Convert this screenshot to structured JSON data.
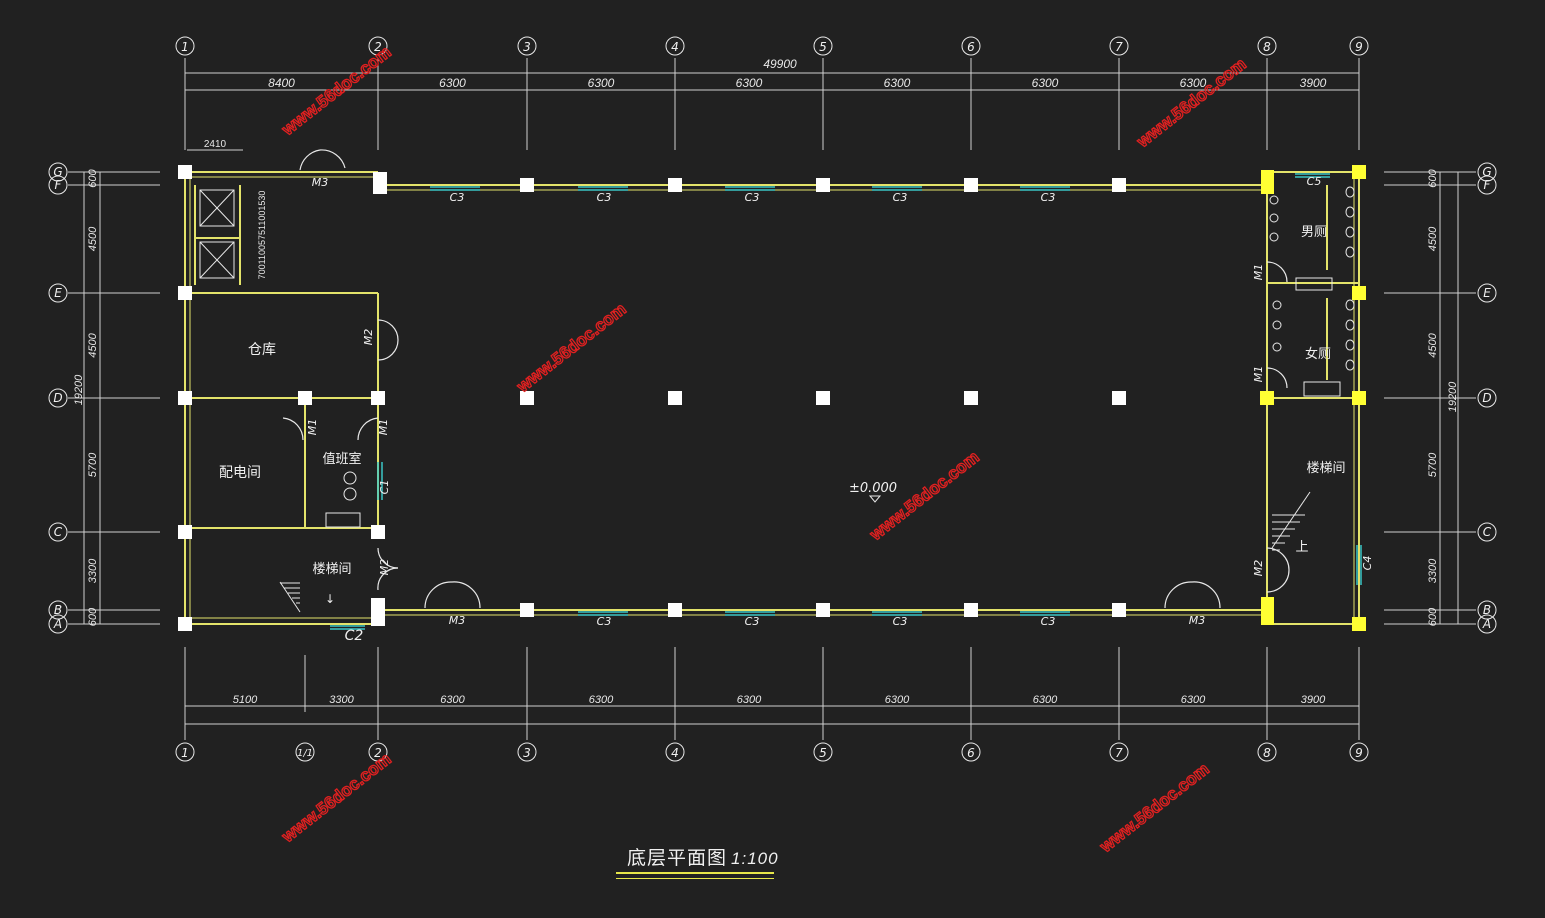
{
  "drawing": {
    "title": "底层平面图",
    "scale": "1:100",
    "elevation": "±0.000",
    "watermark": "www.56doc.com"
  },
  "grid": {
    "columns": [
      "1",
      "2",
      "3",
      "4",
      "5",
      "6",
      "7",
      "8",
      "9"
    ],
    "extra_column": "1/1",
    "rows": [
      "G",
      "F",
      "E",
      "D",
      "C",
      "B",
      "A"
    ]
  },
  "dims": {
    "top_total": "49900",
    "top": [
      "8400",
      "6300",
      "6300",
      "6300",
      "6300",
      "6300",
      "6300",
      "3900"
    ],
    "bottom": [
      "5100",
      "3300",
      "6300",
      "6300",
      "6300",
      "6300",
      "6300",
      "6300",
      "3900"
    ],
    "left": [
      "600",
      "4500",
      "4500",
      "5700",
      "3300",
      "600"
    ],
    "left_total": "19200",
    "right": [
      "600",
      "4500",
      "4500",
      "5700",
      "3300",
      "600"
    ],
    "right_total": "19200",
    "detail_2410": "2410",
    "elevator_dims": "700110057511001530"
  },
  "rooms": {
    "warehouse": "仓库",
    "power": "配电间",
    "duty": "值班室",
    "stair_left": "楼梯间",
    "stair_right": "楼梯间",
    "men_wc": "男厕",
    "women_wc": "女厕",
    "up": "上"
  },
  "openings": {
    "M1": "M1",
    "M2": "M2",
    "M3": "M3",
    "C1": "C1",
    "C2": "C2",
    "C3": "C3",
    "C4": "C4",
    "C5": "C5"
  }
}
